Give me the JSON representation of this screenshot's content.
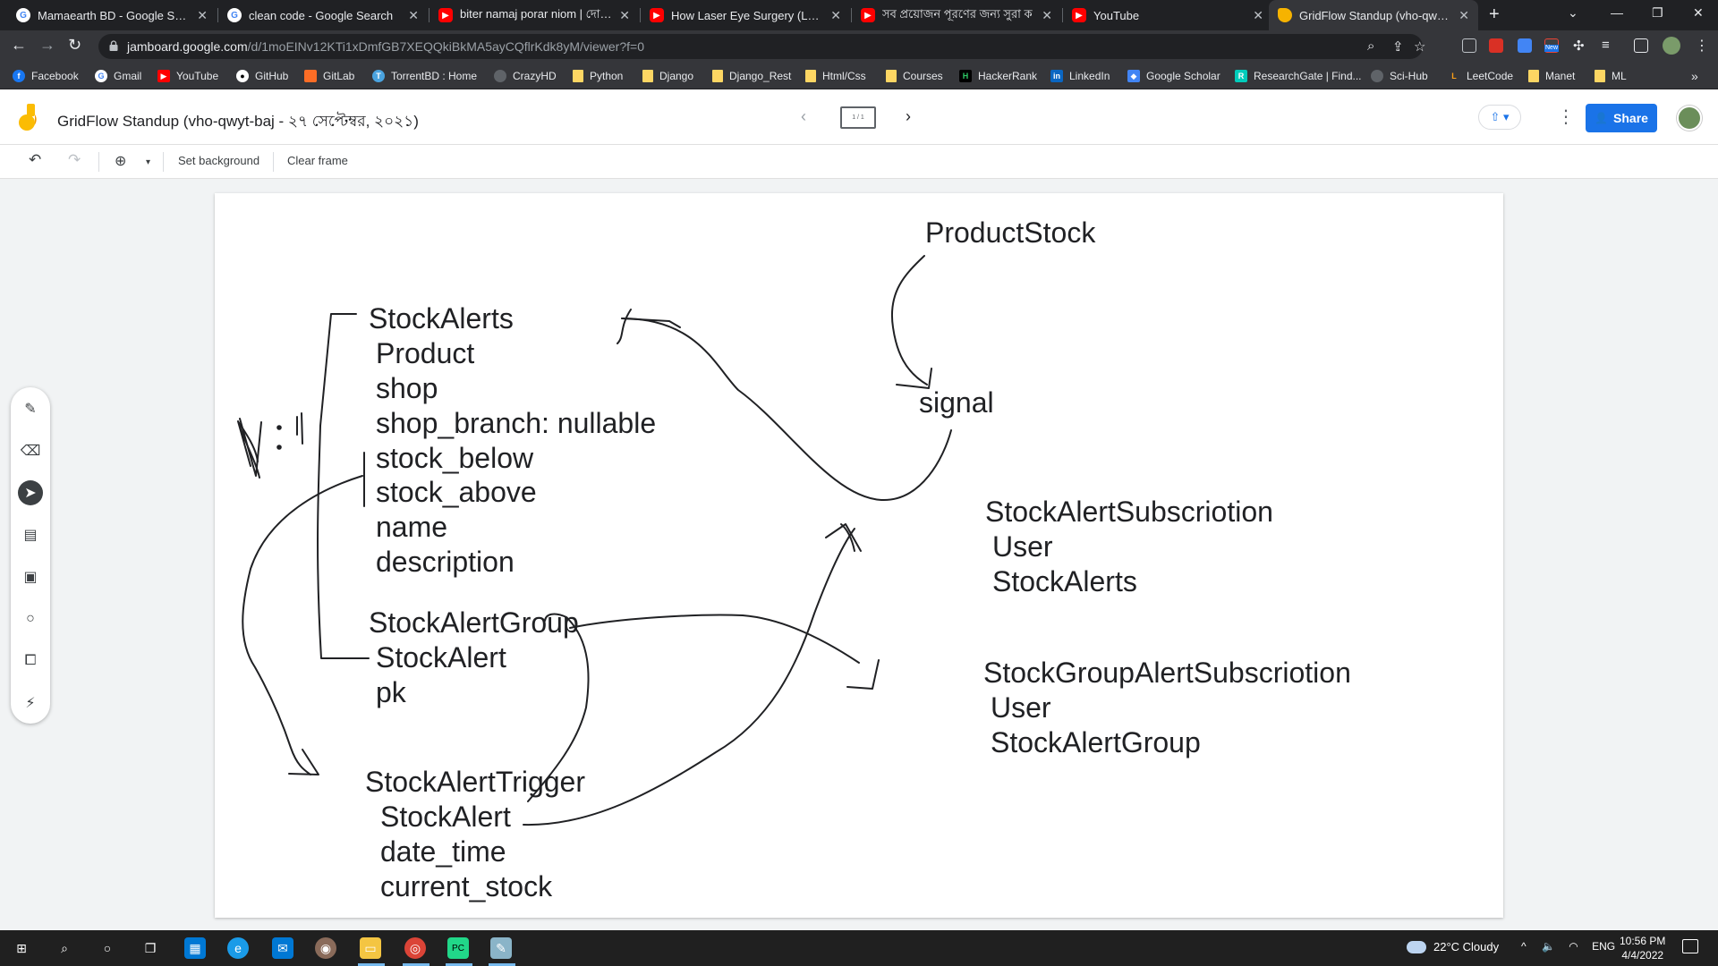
{
  "browser": {
    "tabs": [
      {
        "title": "Mamaearth BD - Google Search",
        "icon": "google-icon"
      },
      {
        "title": "clean code - Google Search",
        "icon": "google-icon"
      },
      {
        "title": "biter namaj porar niom | দোয়া সু",
        "icon": "youtube-icon"
      },
      {
        "title": "How Laser Eye Surgery (Lasik) is",
        "icon": "youtube-icon"
      },
      {
        "title": "সব প্রয়োজন পূরণের জন্য সুরা ক",
        "icon": "youtube-icon"
      },
      {
        "title": "YouTube",
        "icon": "youtube-icon"
      },
      {
        "title": "GridFlow Standup (vho-qwyt-ba",
        "icon": "jamboard-icon"
      }
    ],
    "new_tab": "+",
    "url_domain": "jamboard.google.com",
    "url_rest": "/d/1moEINv12KTi1xDmfGB7XEQQkiBkMA5ayCQflrKdk8yM/viewer?f=0",
    "extension_badge": "New",
    "bookmarks": [
      {
        "label": "Facebook",
        "icon": "facebook-icon",
        "color": "#1877f2"
      },
      {
        "label": "Gmail",
        "icon": "google-icon",
        "color": "#ffffff"
      },
      {
        "label": "YouTube",
        "icon": "youtube-icon",
        "color": "#ff0000"
      },
      {
        "label": "GitHub",
        "icon": "github-icon",
        "color": "#ffffff"
      },
      {
        "label": "GitLab",
        "icon": "gitlab-icon",
        "color": "#fc6d26"
      },
      {
        "label": "TorrentBD : Home",
        "icon": "torrentbd-icon",
        "color": "#4aa3df"
      },
      {
        "label": "CrazyHD",
        "icon": "globe-icon",
        "color": "#9aa0a6"
      },
      {
        "label": "Python",
        "icon": "folder-icon",
        "color": "#fdd663"
      },
      {
        "label": "Django",
        "icon": "folder-icon",
        "color": "#fdd663"
      },
      {
        "label": "Django_Rest",
        "icon": "folder-icon",
        "color": "#fdd663"
      },
      {
        "label": "Html/Css",
        "icon": "folder-icon",
        "color": "#fdd663"
      },
      {
        "label": "Courses",
        "icon": "folder-icon",
        "color": "#fdd663"
      },
      {
        "label": "HackerRank",
        "icon": "hackerrank-icon",
        "color": "#2ec866"
      },
      {
        "label": "LinkedIn",
        "icon": "linkedin-icon",
        "color": "#0a66c2"
      },
      {
        "label": "Google Scholar",
        "icon": "scholar-icon",
        "color": "#4285f4"
      },
      {
        "label": "ResearchGate | Find...",
        "icon": "researchgate-icon",
        "color": "#00ccbb"
      },
      {
        "label": "Sci-Hub",
        "icon": "scihub-icon",
        "color": "#9aa0a6"
      },
      {
        "label": "LeetCode",
        "icon": "leetcode-icon",
        "color": "#ffa116"
      },
      {
        "label": "Manet",
        "icon": "folder-icon",
        "color": "#fdd663"
      },
      {
        "label": "ML",
        "icon": "folder-icon",
        "color": "#fdd663"
      }
    ],
    "bookmarks_overflow": "»"
  },
  "app": {
    "doc_title": "GridFlow Standup (vho-qwyt-baj - ২৭ সেপ্টেম্বর, ২০২১)",
    "frame_indicator": "1 / 1",
    "share_label": "Share",
    "toolbar": {
      "set_background": "Set background",
      "clear_frame": "Clear frame"
    }
  },
  "canvas": {
    "product_stock": "ProductStock",
    "signal": "signal",
    "n_to_1": "N:1",
    "stock_alerts": {
      "title": "StockAlerts",
      "fields": [
        "Product",
        "shop",
        "shop_branch: nullable",
        "stock_below",
        "stock_above",
        "name",
        "description"
      ]
    },
    "stock_alert_group": {
      "title": "StockAlertGroup",
      "fields": [
        "StockAlert",
        "pk"
      ]
    },
    "stock_alert_trigger": {
      "title": "StockAlertTrigger",
      "fields": [
        "StockAlert",
        "date_time",
        "current_stock"
      ]
    },
    "stock_alert_subscription": {
      "title": "StockAlertSubscriotion",
      "fields": [
        "User",
        "StockAlerts"
      ]
    },
    "stock_group_alert_subscription": {
      "title": "StockGroupAlertSubscriotion",
      "fields": [
        "User",
        "StockAlertGroup"
      ]
    }
  },
  "taskbar": {
    "weather": "22°C  Cloudy",
    "language": "ENG",
    "time": "10:56 PM",
    "date": "4/4/2022"
  },
  "colors": {
    "accent": "#1a73e8",
    "chrome_dark": "#202124",
    "chrome_mid": "#35363a",
    "ink": "#202124"
  }
}
